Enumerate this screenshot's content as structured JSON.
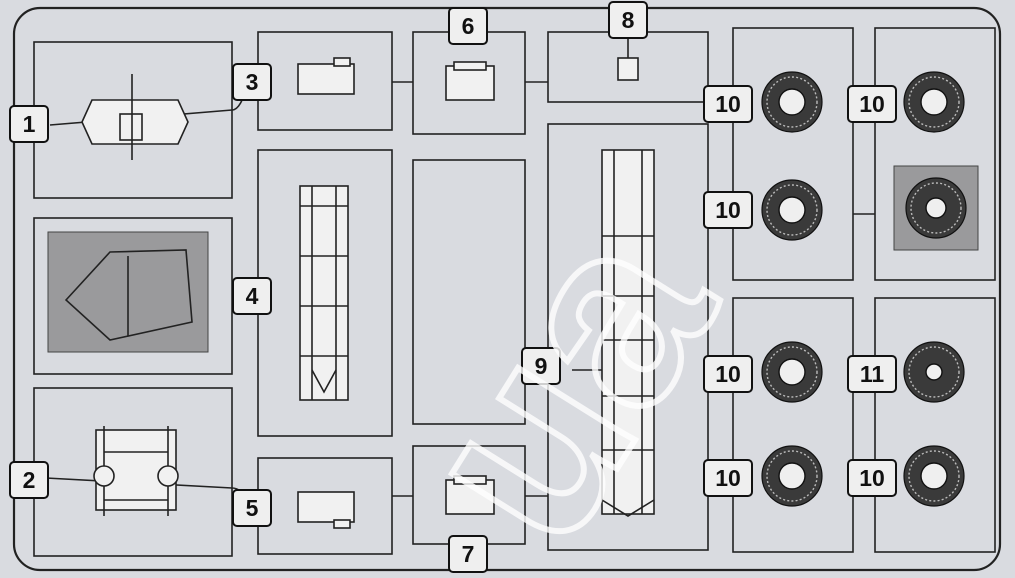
{
  "labels": [
    "1",
    "2",
    "3",
    "4",
    "5",
    "6",
    "7",
    "8",
    "9",
    "10",
    "11"
  ],
  "watermark": "ua",
  "colors": {
    "background": "#d9dbe0",
    "frame": "#222222",
    "shaded": "#9a9a9c"
  }
}
